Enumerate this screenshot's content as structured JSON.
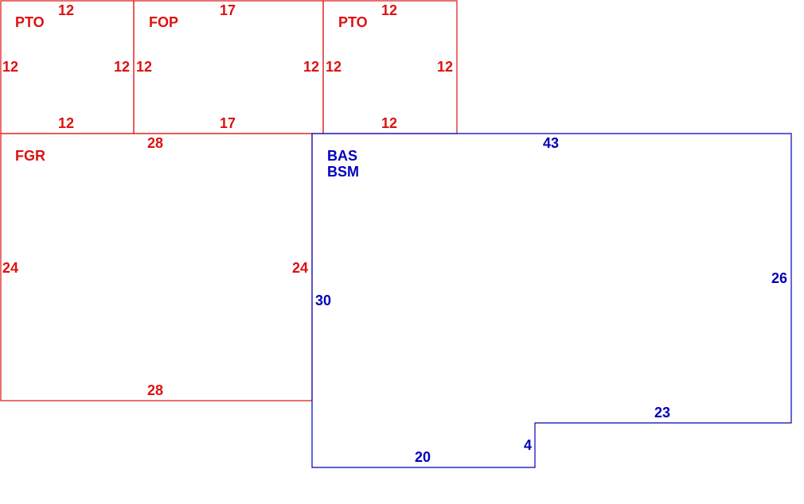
{
  "colors": {
    "secondary": "#dd1111",
    "main": "#0000bb"
  },
  "areas": {
    "pto_left": {
      "name": "PTO",
      "top": "12",
      "left": "12",
      "right": "12",
      "bottom": "12"
    },
    "fop": {
      "name": "FOP",
      "top": "17",
      "left": "12",
      "right": "12",
      "bottom": "17"
    },
    "pto_right": {
      "name": "PTO",
      "top": "12",
      "left": "12",
      "right": "12",
      "bottom": "12"
    },
    "fgr": {
      "name": "FGR",
      "top": "28",
      "left": "24",
      "right": "24",
      "bottom": "28"
    },
    "bas": {
      "name_line1": "BAS",
      "name_line2": "BSM",
      "top": "43",
      "right": "26",
      "left": "30",
      "notch_right": "23",
      "notch_step": "4",
      "bottom": "20"
    }
  }
}
